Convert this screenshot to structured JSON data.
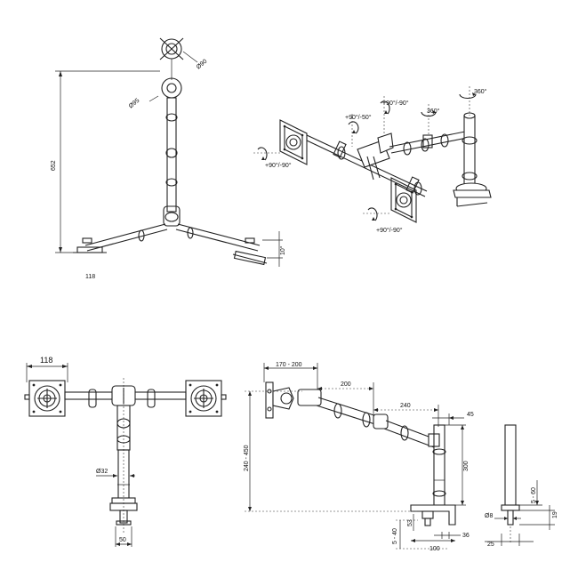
{
  "views": {
    "top": {
      "dia_90": "Ø90",
      "dia_95": "Ø95",
      "height_652": "652",
      "angle_10": "10°",
      "width_118": "118"
    },
    "iso": {
      "rot_right_360": "360°",
      "rot_mid_360": "360°",
      "tilt_top": "+90°/-90°",
      "tilt_upper": "+90°/-50°",
      "tilt_left": "+90°/-90°",
      "tilt_bottom": "+90°/-90°"
    },
    "front": {
      "width_118": "118",
      "dia_32": "Ø32",
      "width_50": "50"
    },
    "side": {
      "reach_170_200": "170 - 200",
      "arm_200": "200",
      "arm_240": "240",
      "offset_45": "45",
      "height_240_450": "240 - 450",
      "pole_300": "300",
      "clamp_5_40": "5 - 40",
      "clamp_53": "53",
      "clamp_36": "36",
      "clamp_100": "100",
      "bolt_5_60": "5 - 60",
      "bolt_19": "19",
      "bolt_dia_8": "Ø8",
      "bolt_25": "25"
    }
  }
}
